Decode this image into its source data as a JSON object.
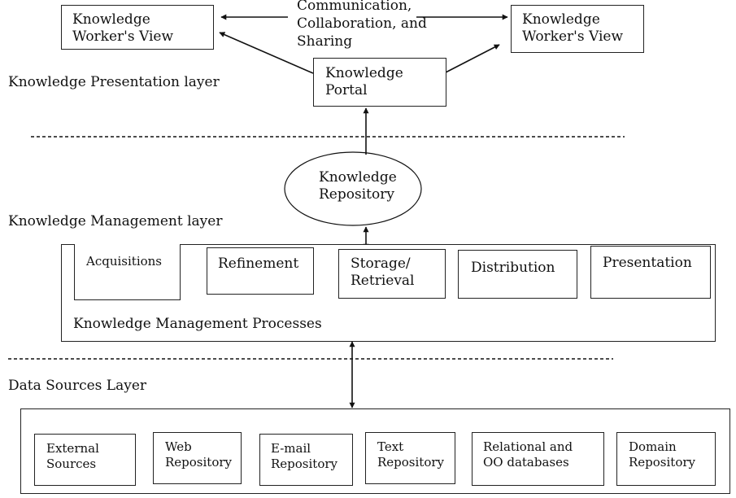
{
  "presentation_layer": {
    "label": "Knowledge Presentation layer",
    "left_view": "Knowledge\nWorker's View",
    "right_view": "Knowledge\nWorker's View",
    "communication": "Communication,\nCollaboration, and\nSharing",
    "portal": "Knowledge\nPortal"
  },
  "management_layer": {
    "label": "Knowledge Management layer",
    "repository": "Knowledge\nRepository",
    "processes_label": "Knowledge Management Processes",
    "processes": [
      "Acquisitions",
      "Refinement",
      "Storage/\nRetrieval",
      "Distribution",
      "Presentation"
    ]
  },
  "data_layer": {
    "label": "Data Sources Layer",
    "sources": [
      "External\nSources",
      "Web\nRepository",
      "E-mail\nRepository",
      "Text\nRepository",
      "Relational and\nOO databases",
      "Domain\nRepository"
    ]
  }
}
